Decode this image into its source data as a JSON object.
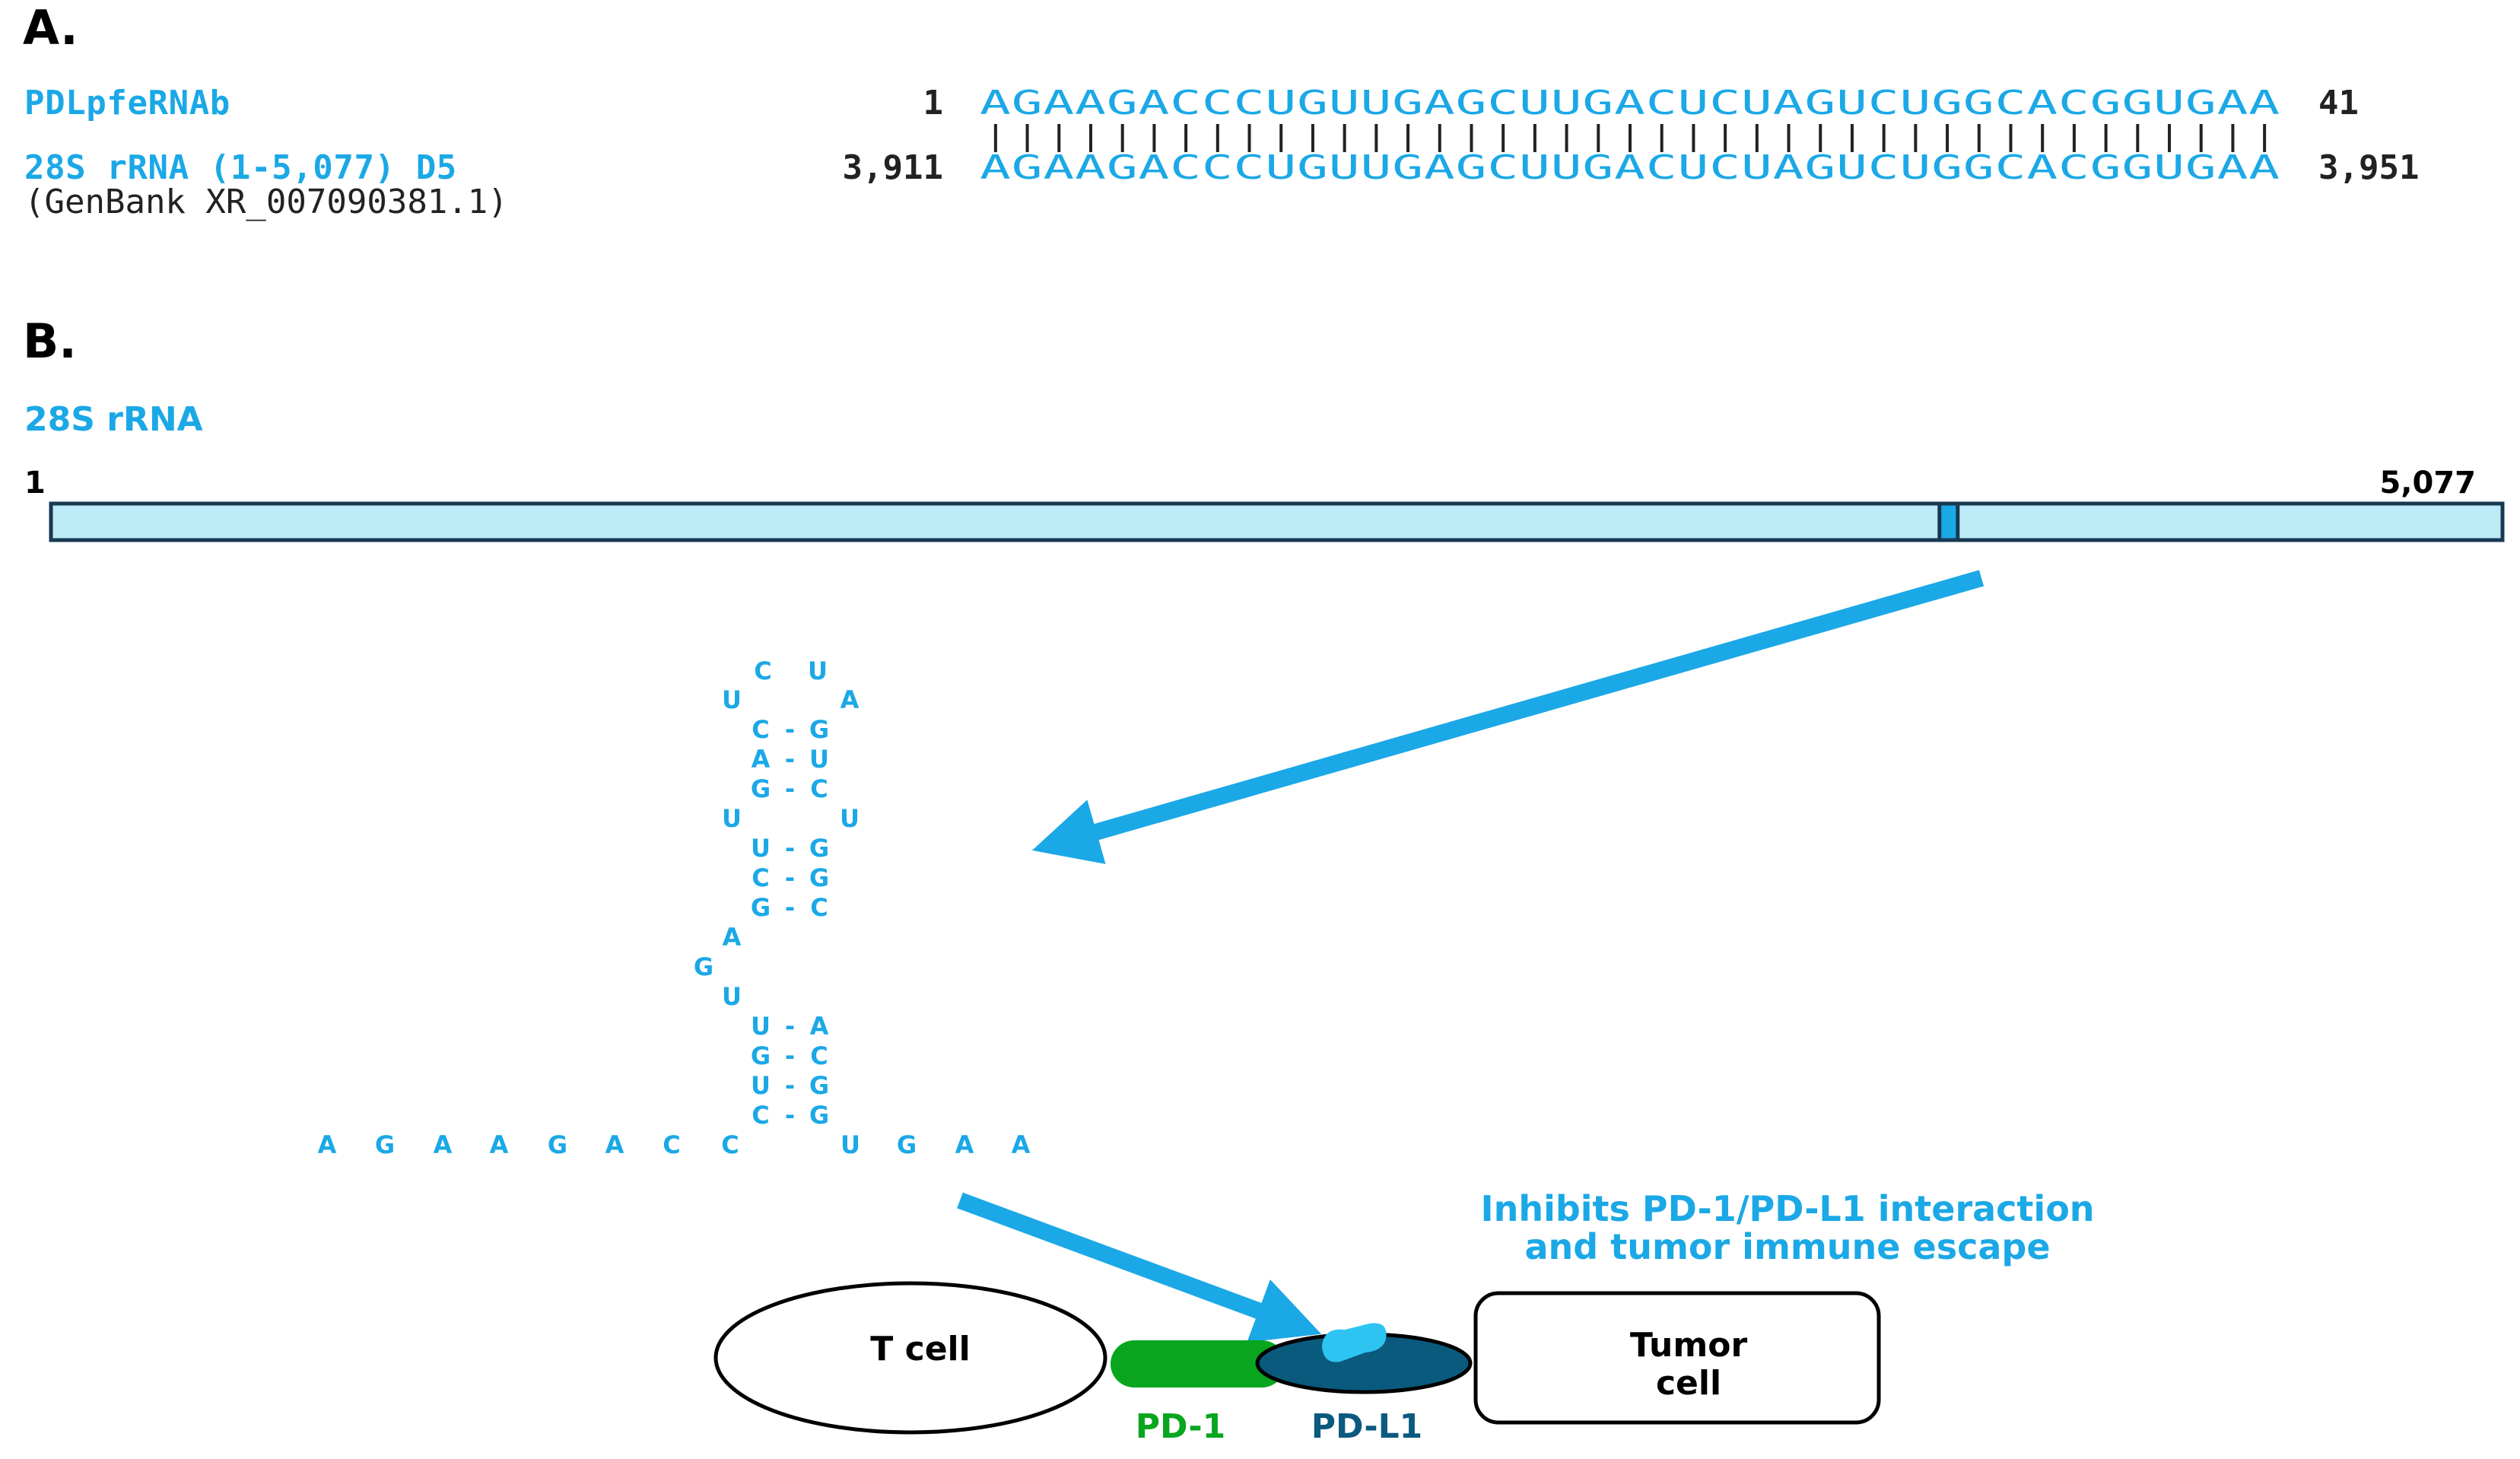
{
  "panel_a": {
    "label": "A.",
    "query_name": "PDLpfeRNAb",
    "query_start": "1",
    "query_seq": "AGAAGACCCUGUUGAGCUUGACUCUAGUCUGGCACGGUGAA",
    "query_end": "41",
    "subject_name": "28S rRNA (1-5,077) D5",
    "subject_start": "3,911",
    "subject_seq": "AGAAGACCCUGUUGAGCUUGACUCUAGUCUGGCACGGUGAA",
    "subject_end": "3,951",
    "genbank": "(GenBank XR_007090381.1)"
  },
  "panel_b": {
    "label": "B.",
    "bar_title": "28S rRNA",
    "bar_start": "1",
    "bar_end": "5,077",
    "highlight_range": [
      3911,
      3951
    ],
    "bar_length": 5077
  },
  "hairpin": {
    "loop_top": [
      "C",
      "U"
    ],
    "loop_side": [
      "U",
      "A"
    ],
    "stem_upper": [
      [
        "C",
        "G"
      ],
      [
        "A",
        "U"
      ],
      [
        "G",
        "C"
      ]
    ],
    "bulge": [
      "U",
      "U"
    ],
    "stem_mid": [
      [
        "U",
        "G"
      ],
      [
        "C",
        "G"
      ],
      [
        "G",
        "C"
      ]
    ],
    "left_unpaired": [
      "A",
      "G",
      "U"
    ],
    "stem_lower": [
      [
        "U",
        "A"
      ],
      [
        "G",
        "C"
      ],
      [
        "U",
        "G"
      ],
      [
        "C",
        "G"
      ]
    ],
    "tail_5prime": [
      "A",
      "G",
      "A",
      "A",
      "G",
      "A",
      "C",
      "C",
      "C"
    ],
    "tail_3prime": [
      "U",
      "G",
      "A",
      "A"
    ],
    "pair_symbol": "-"
  },
  "mechanism": {
    "caption_line1": "Inhibits PD-1/PD-L1 interaction",
    "caption_line2": "and tumor immune escape",
    "t_cell": "T cell",
    "tumor_line1": "Tumor",
    "tumor_line2": "cell",
    "pd1": "PD-1",
    "pdl1": "PD-L1"
  },
  "colors": {
    "accent_blue": "#1ba8e6",
    "bar_fill": "#bdeaf7",
    "highlight": "#1ba8e6",
    "pd1_green": "#0aa51e",
    "pdl1_navy": "#0a5a7e"
  }
}
